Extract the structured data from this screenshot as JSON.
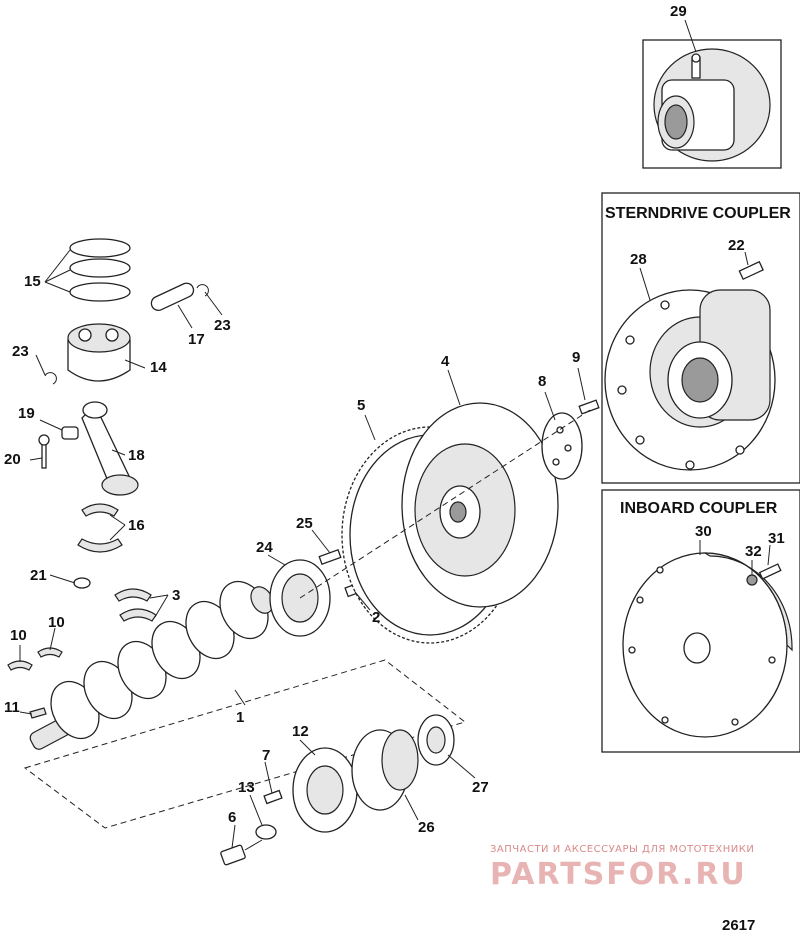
{
  "panels": {
    "sterndrive_title": "STERNDRIVE COUPLER",
    "inboard_title": "INBOARD COUPLER"
  },
  "callouts": {
    "c1": "1",
    "c2": "2",
    "c3": "3",
    "c4": "4",
    "c5": "5",
    "c6": "6",
    "c7": "7",
    "c8": "8",
    "c9": "9",
    "c10a": "10",
    "c10b": "10",
    "c11": "11",
    "c12": "12",
    "c13": "13",
    "c14": "14",
    "c15": "15",
    "c16": "16",
    "c17": "17",
    "c18": "18",
    "c19": "19",
    "c20": "20",
    "c21": "21",
    "c22": "22",
    "c23a": "23",
    "c23b": "23",
    "c24": "24",
    "c25": "25",
    "c26": "26",
    "c27": "27",
    "c28": "28",
    "c29": "29",
    "c30": "30",
    "c31": "31",
    "c32": "32"
  },
  "watermark": {
    "tagline": "ЗАПЧАСТИ И АКСЕССУАРЫ ДЛЯ МОТОТЕХНИКИ",
    "brand": "PARTSFOR.RU"
  },
  "figure_number": "2617"
}
